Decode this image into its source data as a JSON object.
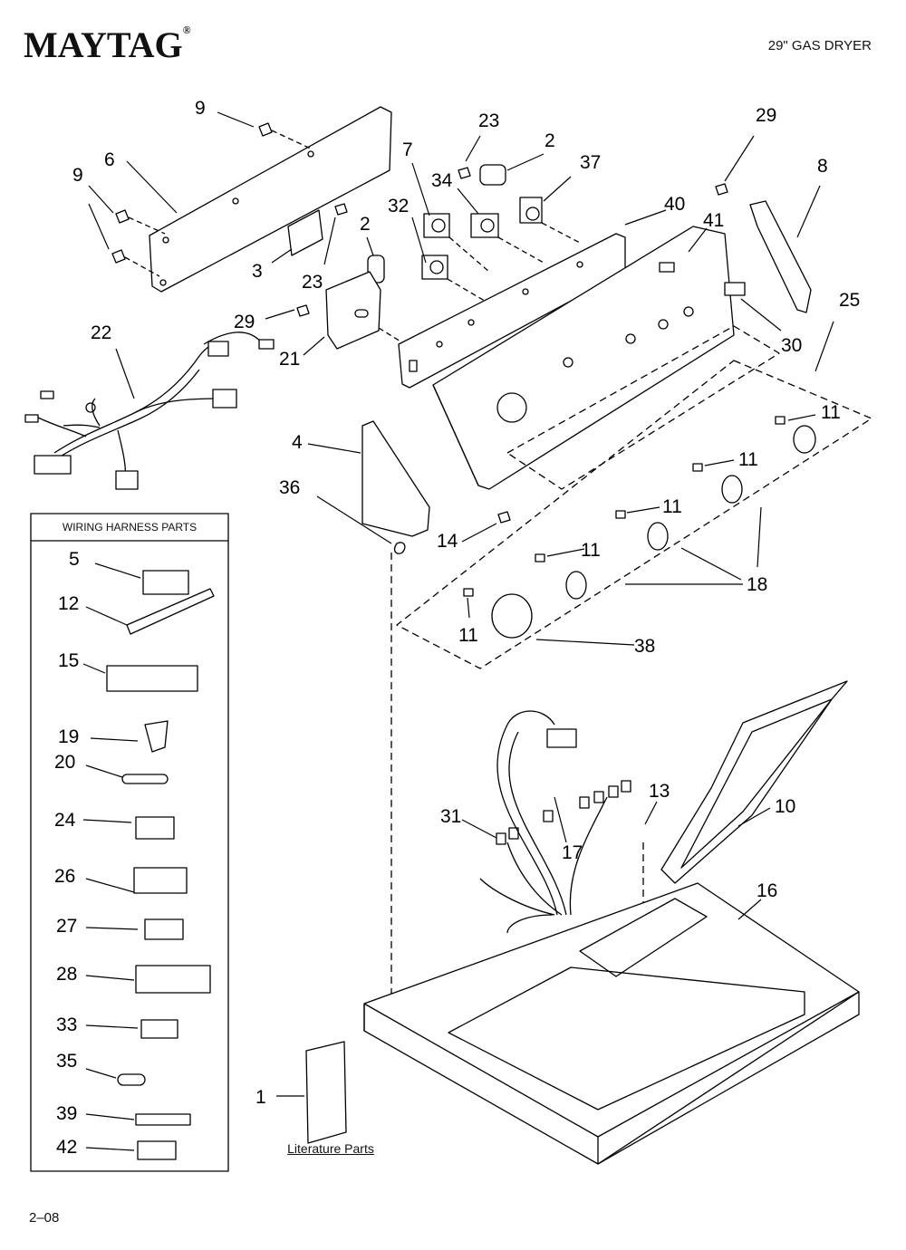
{
  "header": {
    "brand": "MAYTAG",
    "trademark": "®",
    "model": "29\" GAS DRYER"
  },
  "footer": {
    "page_code": "2–08"
  },
  "harness_box": {
    "title": "WIRING HARNESS PARTS",
    "items": [
      "5",
      "12",
      "15",
      "19",
      "20",
      "24",
      "26",
      "27",
      "28",
      "33",
      "35",
      "39",
      "42"
    ]
  },
  "literature": {
    "number": "1",
    "label": "Literature Parts"
  },
  "callouts": {
    "c9a": "9",
    "c6": "6",
    "c9b": "9",
    "c3": "3",
    "c23a": "23",
    "c2a": "2",
    "c29a": "29",
    "c21": "21",
    "c22": "22",
    "c23b": "23",
    "c2b": "2",
    "c37": "37",
    "c7": "7",
    "c34": "34",
    "c32": "32",
    "c40": "40",
    "c41": "41",
    "c29b": "29",
    "c8": "8",
    "c25": "25",
    "c30": "30",
    "c11a": "11",
    "c11b": "11",
    "c11c": "11",
    "c11d": "11",
    "c11e": "11",
    "c4": "4",
    "c36": "36",
    "c14": "14",
    "c18": "18",
    "c38": "38",
    "c31": "31",
    "c17": "17",
    "c13": "13",
    "c10": "10",
    "c16": "16"
  }
}
